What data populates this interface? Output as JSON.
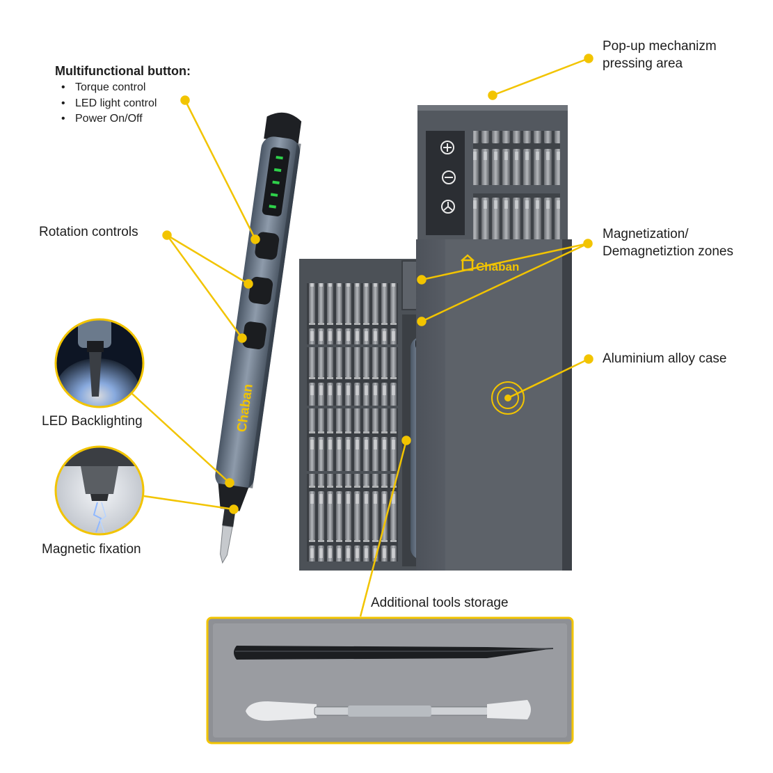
{
  "brand": "Chaban",
  "accent_color": "#f2c400",
  "case_color": "#5b6067",
  "labels": {
    "multifunctional_title": "Multifunctional button:",
    "multifunctional_items": [
      "Torque control",
      "LED light control",
      "Power On/Off"
    ],
    "rotation": "Rotation controls",
    "led": "LED Backlighting",
    "magnetic": "Magnetic fixation",
    "popup_line1": "Pop-up mechanizm",
    "popup_line2": "pressing area",
    "magnet_line1": "Magnetization/",
    "magnet_line2": "Demagnetiztion zones",
    "aluminium": "Aluminium alloy case",
    "additional": "Additional tools storage"
  },
  "icons": [
    "phillips-icon",
    "slotted-icon",
    "tri-wing-icon",
    "led-indicator-icon",
    "target-icon",
    "logo-icon"
  ]
}
